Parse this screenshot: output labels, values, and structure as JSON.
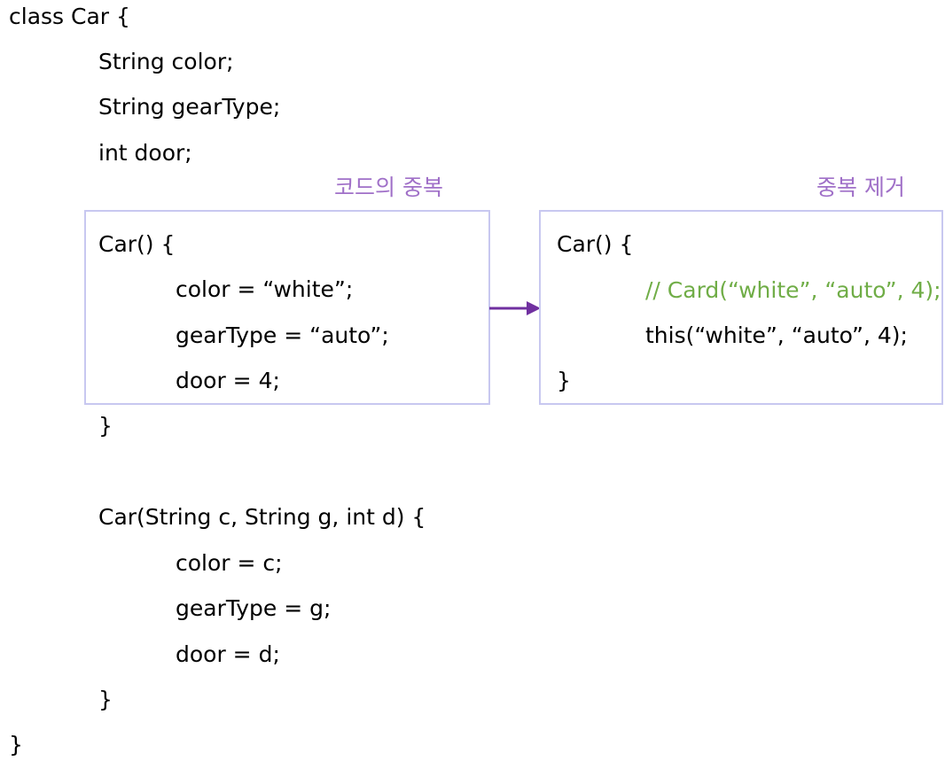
{
  "code": {
    "class_open": "class Car {",
    "field_color": "String color;",
    "field_gear": "String gearType;",
    "field_door": "int door;",
    "ctor1_open": "Car() {",
    "ctor1_color": "color = “white”;",
    "ctor1_gear": "gearType = “auto”;",
    "ctor1_door": "door = 4;",
    "ctor1_close": "}",
    "ctor2_open": "Car(String c, String g, int d) {",
    "ctor2_color": "color = c;",
    "ctor2_gear": "gearType = g;",
    "ctor2_door": "door = d;",
    "ctor2_close": "}",
    "class_close": "}"
  },
  "labels": {
    "duplication": "코드의 중복",
    "removal": "중복 제거"
  },
  "refactored": {
    "open": "Car() {",
    "comment": "// Card(“white”, “auto”, 4);",
    "call": "this(“white”, “auto”, 4);",
    "close": "}"
  },
  "colors": {
    "label": "#a070c8",
    "box_border": "#c8c8f0",
    "comment": "#70ad47",
    "arrow": "#7030a0"
  }
}
